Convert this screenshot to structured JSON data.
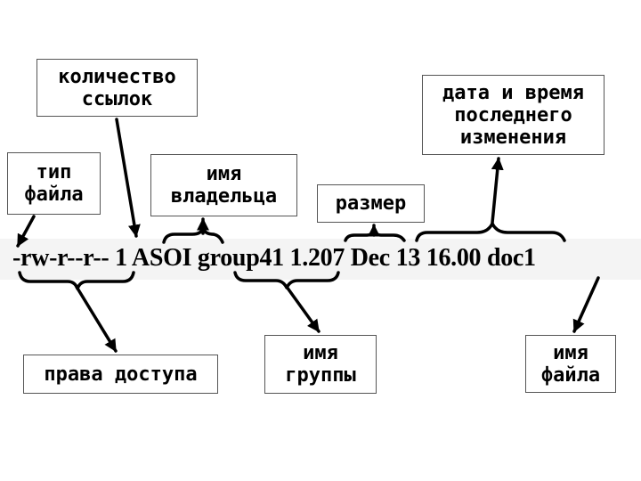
{
  "command_line": "-rw-r--r-- 1 ASOI group41 1.207 Dec 13 16.00 doc1",
  "labels": {
    "links_count": [
      "количество",
      "ссылок"
    ],
    "modified": [
      "дата и время",
      "последнего",
      "изменения"
    ],
    "file_type": [
      "тип",
      "файла"
    ],
    "owner": [
      "имя",
      "владельца"
    ],
    "size": [
      "размер"
    ],
    "permissions": [
      "права доступа"
    ],
    "group": [
      "имя",
      "группы"
    ],
    "file_name": [
      "имя",
      "файла"
    ]
  },
  "colors": {
    "text": "#000000",
    "box_border": "#555555",
    "band": "#f4f4f4"
  }
}
